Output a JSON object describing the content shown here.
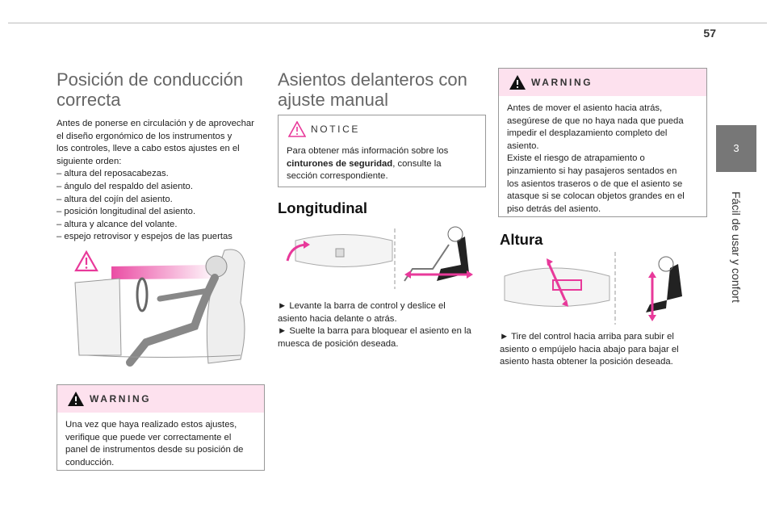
{
  "page_number": "57",
  "chapter": {
    "number": "3",
    "title": "Fácil de usar y confort"
  },
  "col1": {
    "title_line1": "Posición de conducción",
    "title_line2": "correcta",
    "intro_lines": [
      "Antes de ponerse en circulación y de aprovechar",
      "el diseño ergonómico de los instrumentos y",
      "los controles, lleve a cabo estos ajustes en el",
      "siguiente orden:",
      "–  altura del reposacabezas.",
      "–  ángulo del respaldo del asiento.",
      "–  altura del cojín del asiento.",
      "–  posición longitudinal del asiento.",
      "–  altura y alcance del volante.",
      "–  espejo retrovisor y espejos de las puertas"
    ],
    "warning": {
      "label": "WARNING",
      "lines": [
        "Una vez que haya realizado estos ajustes,",
        "verifique que puede ver correctamente el",
        "panel de instrumentos desde su posición de",
        "conducción."
      ]
    }
  },
  "col2": {
    "title_line1": "Asientos delanteros con",
    "title_line2": "ajuste manual",
    "notice": {
      "label": "NOTICE",
      "line1": "Para obtener más información sobre los",
      "line2_bold": "cinturones de seguridad",
      "line2_rest": ", consulte la",
      "line3": "sección correspondiente."
    },
    "subheading": "Longitudinal",
    "instructions": [
      "►  Levante la barra de control y deslice el",
      "asiento hacia delante o atrás.",
      "►  Suelte la barra para bloquear el asiento en la",
      "muesca de posición deseada."
    ]
  },
  "col3": {
    "warning": {
      "label": "WARNING",
      "lines": [
        "Antes de mover el asiento hacia atrás,",
        "asegúrese de que no haya nada que pueda",
        "impedir el desplazamiento completo del",
        "asiento.",
        "Existe el riesgo de atrapamiento o",
        "pinzamiento si hay pasajeros sentados en",
        "los asientos traseros o de que el asiento se",
        "atasque si se colocan objetos grandes en el",
        "piso detrás del asiento."
      ]
    },
    "subheading": "Altura",
    "instructions": [
      "►  Tire del control hacia arriba para subir el",
      "asiento o empújelo hacia abajo para bajar el",
      "asiento hasta obtener la posición deseada."
    ]
  },
  "colors": {
    "accent_pink": "#e8399a",
    "warning_bg": "#fde1ee",
    "chapter_tab": "#777777"
  },
  "icons": [
    "warning-triangle-icon",
    "notice-triangle-icon"
  ]
}
